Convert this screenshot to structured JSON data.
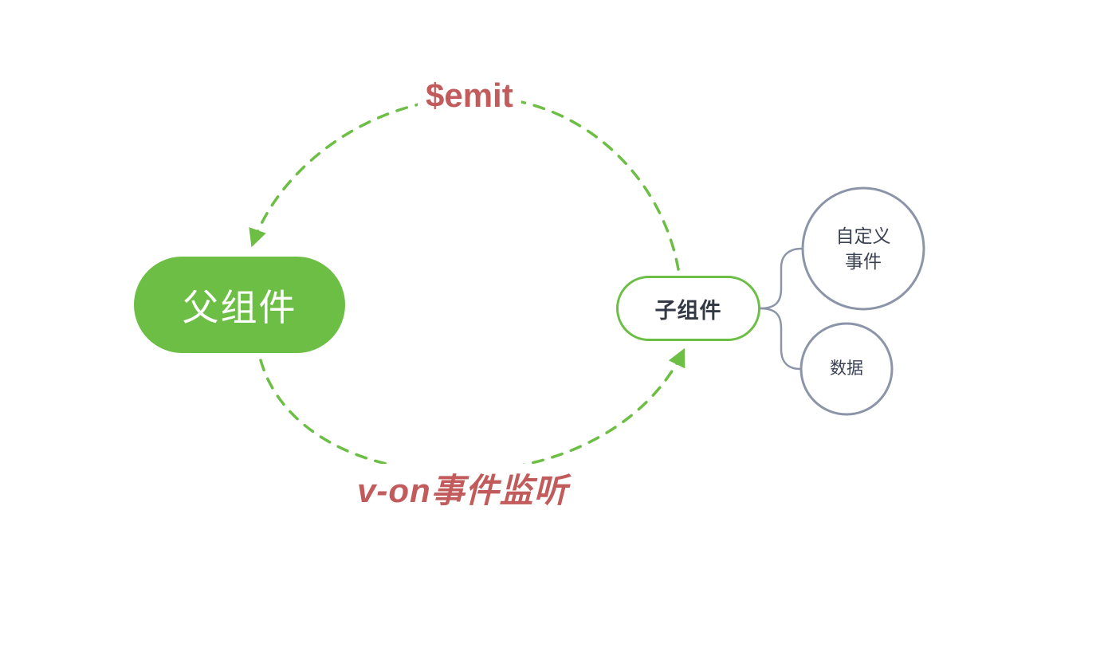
{
  "diagram": {
    "title_hint": "vue-parent-child-event-flow",
    "nodes": {
      "parent_label": "父组件",
      "child_label": "子组件",
      "custom_event_line1": "自定义",
      "custom_event_line2": "事件",
      "data_label": "数据"
    },
    "edges": {
      "emit_label": "$emit",
      "von_label": "v-on事件监听"
    },
    "colors": {
      "green": "#6CBE45",
      "red": "#C25B5B",
      "gray": "#8B95A7",
      "text_dark": "#3A4152"
    }
  }
}
